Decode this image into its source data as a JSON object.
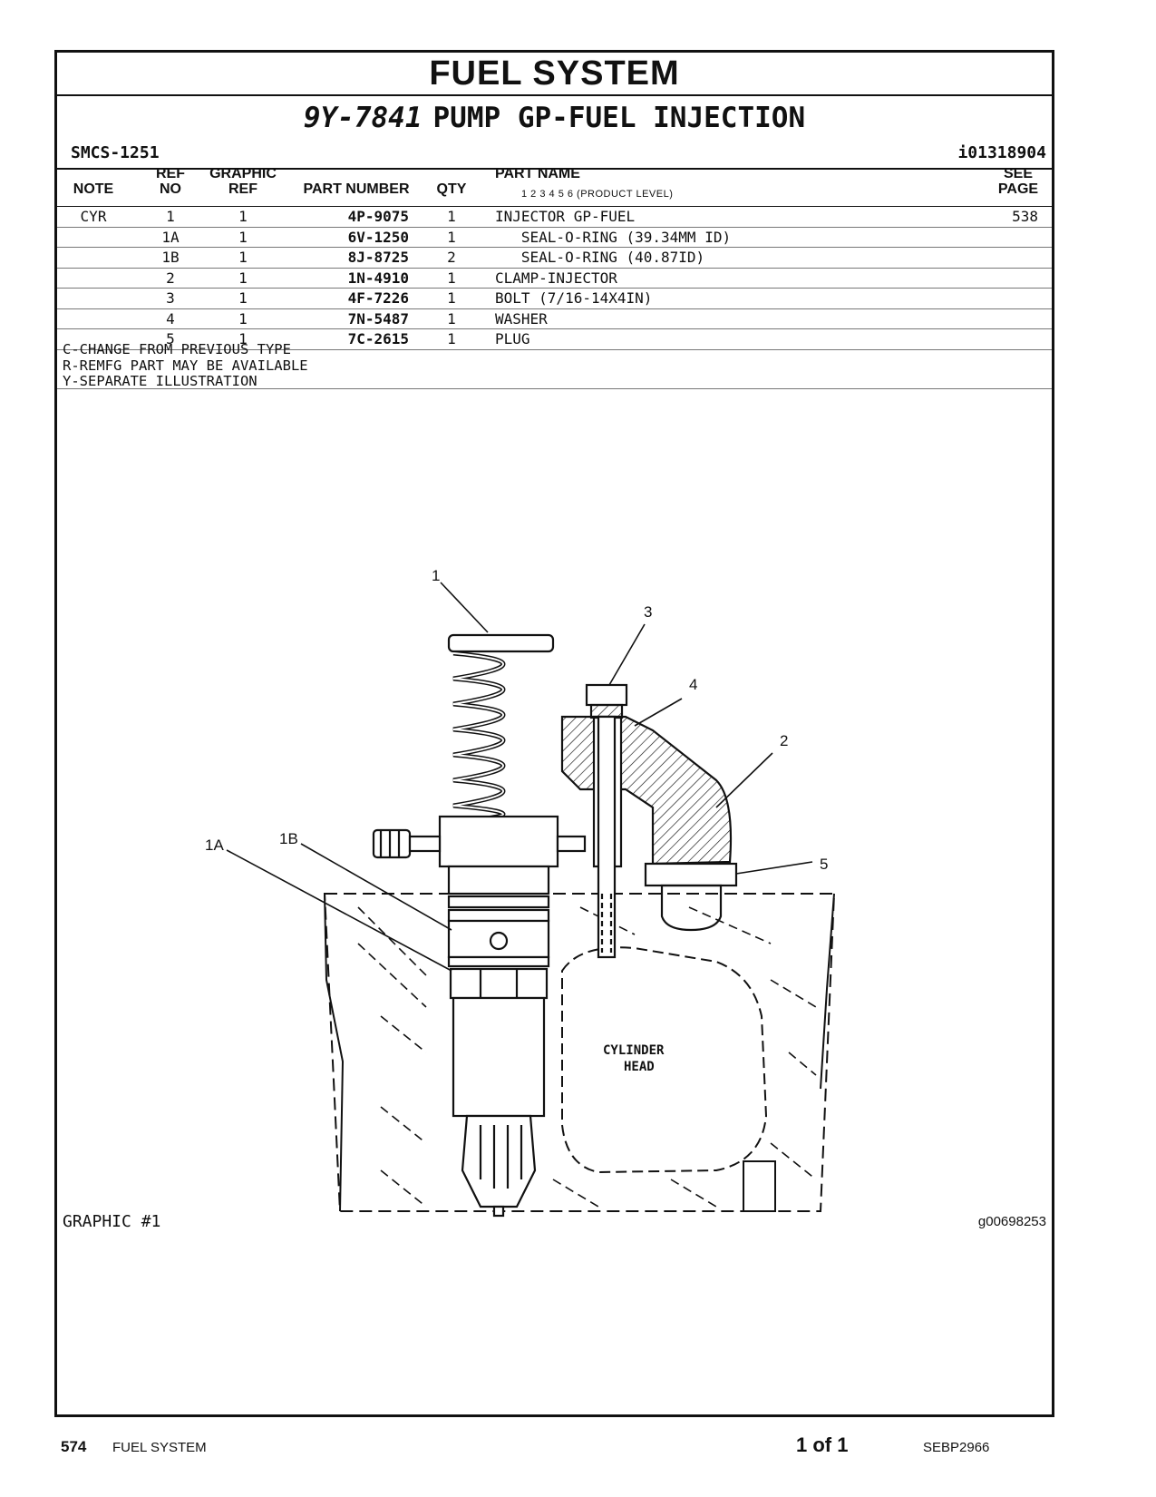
{
  "header": {
    "section_title": "FUEL SYSTEM",
    "group_number": "9Y-7841",
    "group_name": "PUMP GP-FUEL INJECTION",
    "smcs": "SMCS-1251",
    "doc_id": "i01318904"
  },
  "columns": {
    "note": "NOTE",
    "ref_no_1": "REF",
    "ref_no_2": "NO",
    "graphic_ref_1": "GRAPHIC",
    "graphic_ref_2": "REF",
    "part_number": "PART NUMBER",
    "qty": "QTY",
    "part_name": "PART NAME",
    "product_levels": "1  2  3  4  5  6  (PRODUCT LEVEL)",
    "see_page_1": "SEE",
    "see_page_2": "PAGE"
  },
  "parts": [
    {
      "note": "CYR",
      "ref": "1",
      "gref": "1",
      "part": "4P-9075",
      "qty": "1",
      "name": "INJECTOR GP-FUEL",
      "page": "538"
    },
    {
      "note": "",
      "ref": "1A",
      "gref": "1",
      "part": "6V-1250",
      "qty": "1",
      "name": "   SEAL-O-RING (39.34MM ID)",
      "page": ""
    },
    {
      "note": "",
      "ref": "1B",
      "gref": "1",
      "part": "8J-8725",
      "qty": "2",
      "name": "   SEAL-O-RING (40.87ID)",
      "page": ""
    },
    {
      "note": "",
      "ref": "2",
      "gref": "1",
      "part": "1N-4910",
      "qty": "1",
      "name": "CLAMP-INJECTOR",
      "page": ""
    },
    {
      "note": "",
      "ref": "3",
      "gref": "1",
      "part": "4F-7226",
      "qty": "1",
      "name": "BOLT (7/16-14X4IN)",
      "page": ""
    },
    {
      "note": "",
      "ref": "4",
      "gref": "1",
      "part": "7N-5487",
      "qty": "1",
      "name": "WASHER",
      "page": ""
    },
    {
      "note": "",
      "ref": "5",
      "gref": "1",
      "part": "7C-2615",
      "qty": "1",
      "name": "PLUG",
      "page": ""
    }
  ],
  "legend": [
    "C-CHANGE FROM PREVIOUS TYPE",
    "R-REMFG PART MAY BE AVAILABLE",
    "Y-SEPARATE ILLUSTRATION"
  ],
  "illustration": {
    "callouts": {
      "c1": "1",
      "c3": "3",
      "c4": "4",
      "c2": "2",
      "c5": "5",
      "c1a": "1A",
      "c1b": "1B"
    },
    "head_label_1": "CYLINDER",
    "head_label_2": "HEAD",
    "graphic_label": "GRAPHIC #1",
    "graphic_id": "g00698253"
  },
  "footer": {
    "page_number": "574",
    "section": "FUEL SYSTEM",
    "page_of": "1 of 1",
    "doc_number": "SEBP2966"
  }
}
